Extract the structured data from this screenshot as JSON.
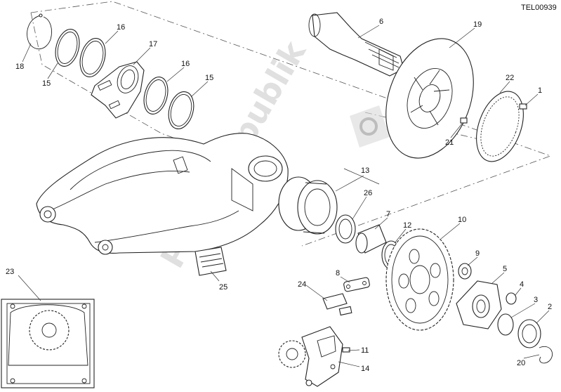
{
  "diagram_code": "TEL00939",
  "watermark": "PartsRepublik",
  "callouts": [
    "1",
    "2",
    "3",
    "4",
    "5",
    "6",
    "7",
    "8",
    "9",
    "10",
    "11",
    "12",
    "13",
    "14",
    "15",
    "15",
    "16",
    "16",
    "17",
    "18",
    "19",
    "20",
    "21",
    "22",
    "23",
    "24",
    "25",
    "26"
  ],
  "colors": {
    "line": "#222222",
    "watermark": "#c8c8c8",
    "background": "#ffffff"
  }
}
